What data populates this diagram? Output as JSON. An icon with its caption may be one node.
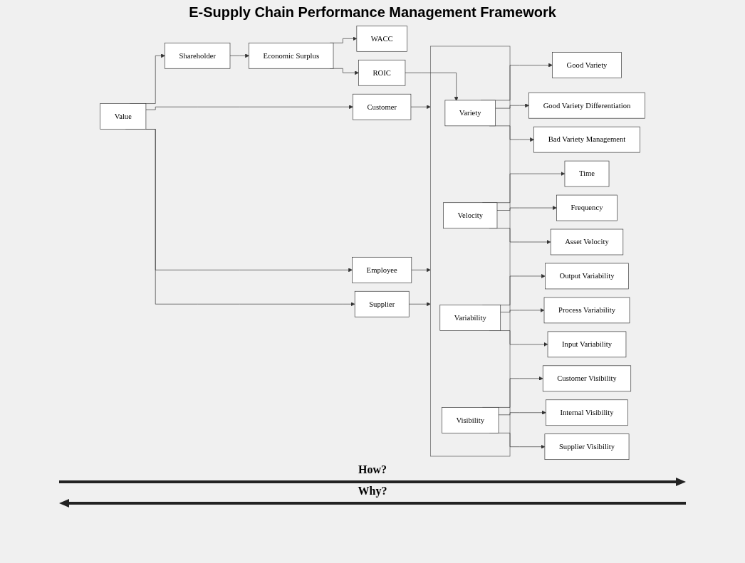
{
  "diagram": {
    "title": "E-Supply Chain Performance Management Framework",
    "nodes": [
      {
        "text": [
          "Value"
        ]
      },
      {
        "text": [
          "Shareholder"
        ]
      },
      {
        "text": [
          "Customer"
        ]
      },
      {
        "text": [
          "Employee"
        ]
      },
      {
        "text": [
          "Supplier"
        ]
      },
      {
        "text": [
          "Economic Surplus"
        ]
      },
      {
        "text": [
          "WACC"
        ]
      },
      {
        "text": [
          "ROIC"
        ]
      },
      {
        "text": [],
        "shape": "box"
      },
      {
        "text": [
          "Variety"
        ],
        "in": 8
      },
      {
        "text": [
          "Velocity"
        ],
        "in": 8
      },
      {
        "text": [
          "Variability"
        ],
        "in": 8
      },
      {
        "text": [
          "Visibility"
        ],
        "in": 8
      },
      {
        "text": [
          "Good Variety"
        ]
      },
      {
        "text": [
          "Good Variety Differentiation"
        ]
      },
      {
        "text": [
          "Bad Variety Management"
        ]
      },
      {
        "text": [
          "Time"
        ]
      },
      {
        "text": [
          "Frequency"
        ]
      },
      {
        "text": [
          "Asset Velocity"
        ]
      },
      {
        "text": [
          "Output Variability"
        ]
      },
      {
        "text": [
          "Process Variability"
        ]
      },
      {
        "text": [
          "Input Variability"
        ]
      },
      {
        "text": [
          "Customer Visibility"
        ]
      },
      {
        "text": [
          "Internal Visibility"
        ]
      },
      {
        "text": [
          "Supplier Visibility"
        ]
      }
    ],
    "edges": [
      {
        "from": 0,
        "to": 1,
        "arrow": "to"
      },
      {
        "from": 0,
        "to": 2,
        "arrow": "to"
      },
      {
        "from": 0,
        "to": 3,
        "arrow": "to"
      },
      {
        "from": 0,
        "to": 4,
        "arrow": "to"
      },
      {
        "from": 1,
        "to": 5,
        "arrow": "to"
      },
      {
        "from": 5,
        "to": 6,
        "arrow": "to"
      },
      {
        "from": 5,
        "to": 7,
        "arrow": "to"
      },
      {
        "from": 7,
        "to": 9,
        "arrow": "to"
      },
      {
        "from": 2,
        "to": 8,
        "arrow": "to"
      },
      {
        "from": 3,
        "to": 8,
        "arrow": "to"
      },
      {
        "from": 4,
        "to": 8,
        "arrow": "to"
      },
      {
        "from": 9,
        "to": 13,
        "arrow": "to"
      },
      {
        "from": 9,
        "to": 14,
        "arrow": "to"
      },
      {
        "from": 9,
        "to": 15,
        "arrow": "to"
      },
      {
        "from": 10,
        "to": 16,
        "arrow": "to"
      },
      {
        "from": 10,
        "to": 17,
        "arrow": "to"
      },
      {
        "from": 10,
        "to": 18,
        "arrow": "to"
      },
      {
        "from": 11,
        "to": 19,
        "arrow": "to"
      },
      {
        "from": 11,
        "to": 20,
        "arrow": "to"
      },
      {
        "from": 11,
        "to": 21,
        "arrow": "to"
      },
      {
        "from": 12,
        "to": 22,
        "arrow": "to"
      },
      {
        "from": 12,
        "to": 23,
        "arrow": "to"
      },
      {
        "from": 12,
        "to": 24,
        "arrow": "to"
      }
    ],
    "labels": [
      "How?",
      "Why?"
    ]
  }
}
